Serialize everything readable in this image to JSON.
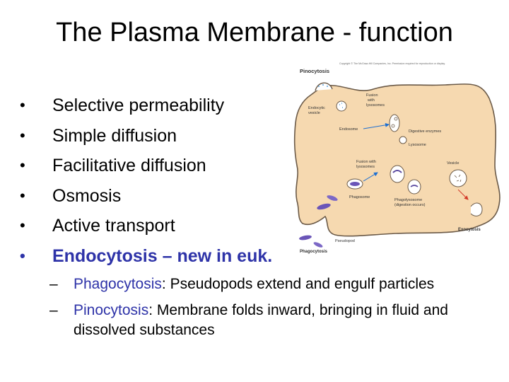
{
  "slide": {
    "title": "The Plasma Membrane - function",
    "bullet_char": "•",
    "bullets": [
      {
        "text": "Selective permeability"
      },
      {
        "text": "Simple diffusion"
      },
      {
        "text": "Facilitative diffusion"
      },
      {
        "text": "Osmosis"
      },
      {
        "text": "Active transport"
      },
      {
        "text": "Endocytosis – new in euk."
      }
    ],
    "subbullets": [
      {
        "dash": "–",
        "term": "Phagocytosis",
        "rest": ": Pseudopods extend and engulf particles"
      },
      {
        "dash": "–",
        "term": "Pinocytosis",
        "rest": ": Membrane folds inward, bringing in fluid and dissolved substances"
      }
    ],
    "colors": {
      "highlight": "#2e33a8",
      "cell_fill": "#f6d9b0",
      "cell_stroke": "#6b5a48"
    }
  },
  "diagram": {
    "copyright": "Copyright © The McGraw-Hill Companies, Inc. Permission required for reproduction or display.",
    "labels": {
      "pinocytosis": "Pinocytosis",
      "endocytic_vesicle_1": "Endocytic",
      "endocytic_vesicle_2": "vesicle",
      "fusion_lysosomes_1": "Fusion",
      "fusion_lysosomes_2": "with",
      "fusion_lysosomes_3": "lysosomes",
      "endosome": "Endosome",
      "digestive_enzymes": "Digestive enzymes",
      "lysosome": "Lysosome",
      "fusion_with_1": "Fusion with",
      "fusion_with_2": "lysosomes",
      "vesicle": "Vesicle",
      "phagosome": "Phagosome",
      "phagolysosome_1": "Phagolysosome",
      "phagolysosome_2": "(digestion occurs)",
      "exocytosis": "Exocytosis",
      "pseudopod": "Pseudopod",
      "phagocytosis": "Phagocytosis"
    }
  }
}
